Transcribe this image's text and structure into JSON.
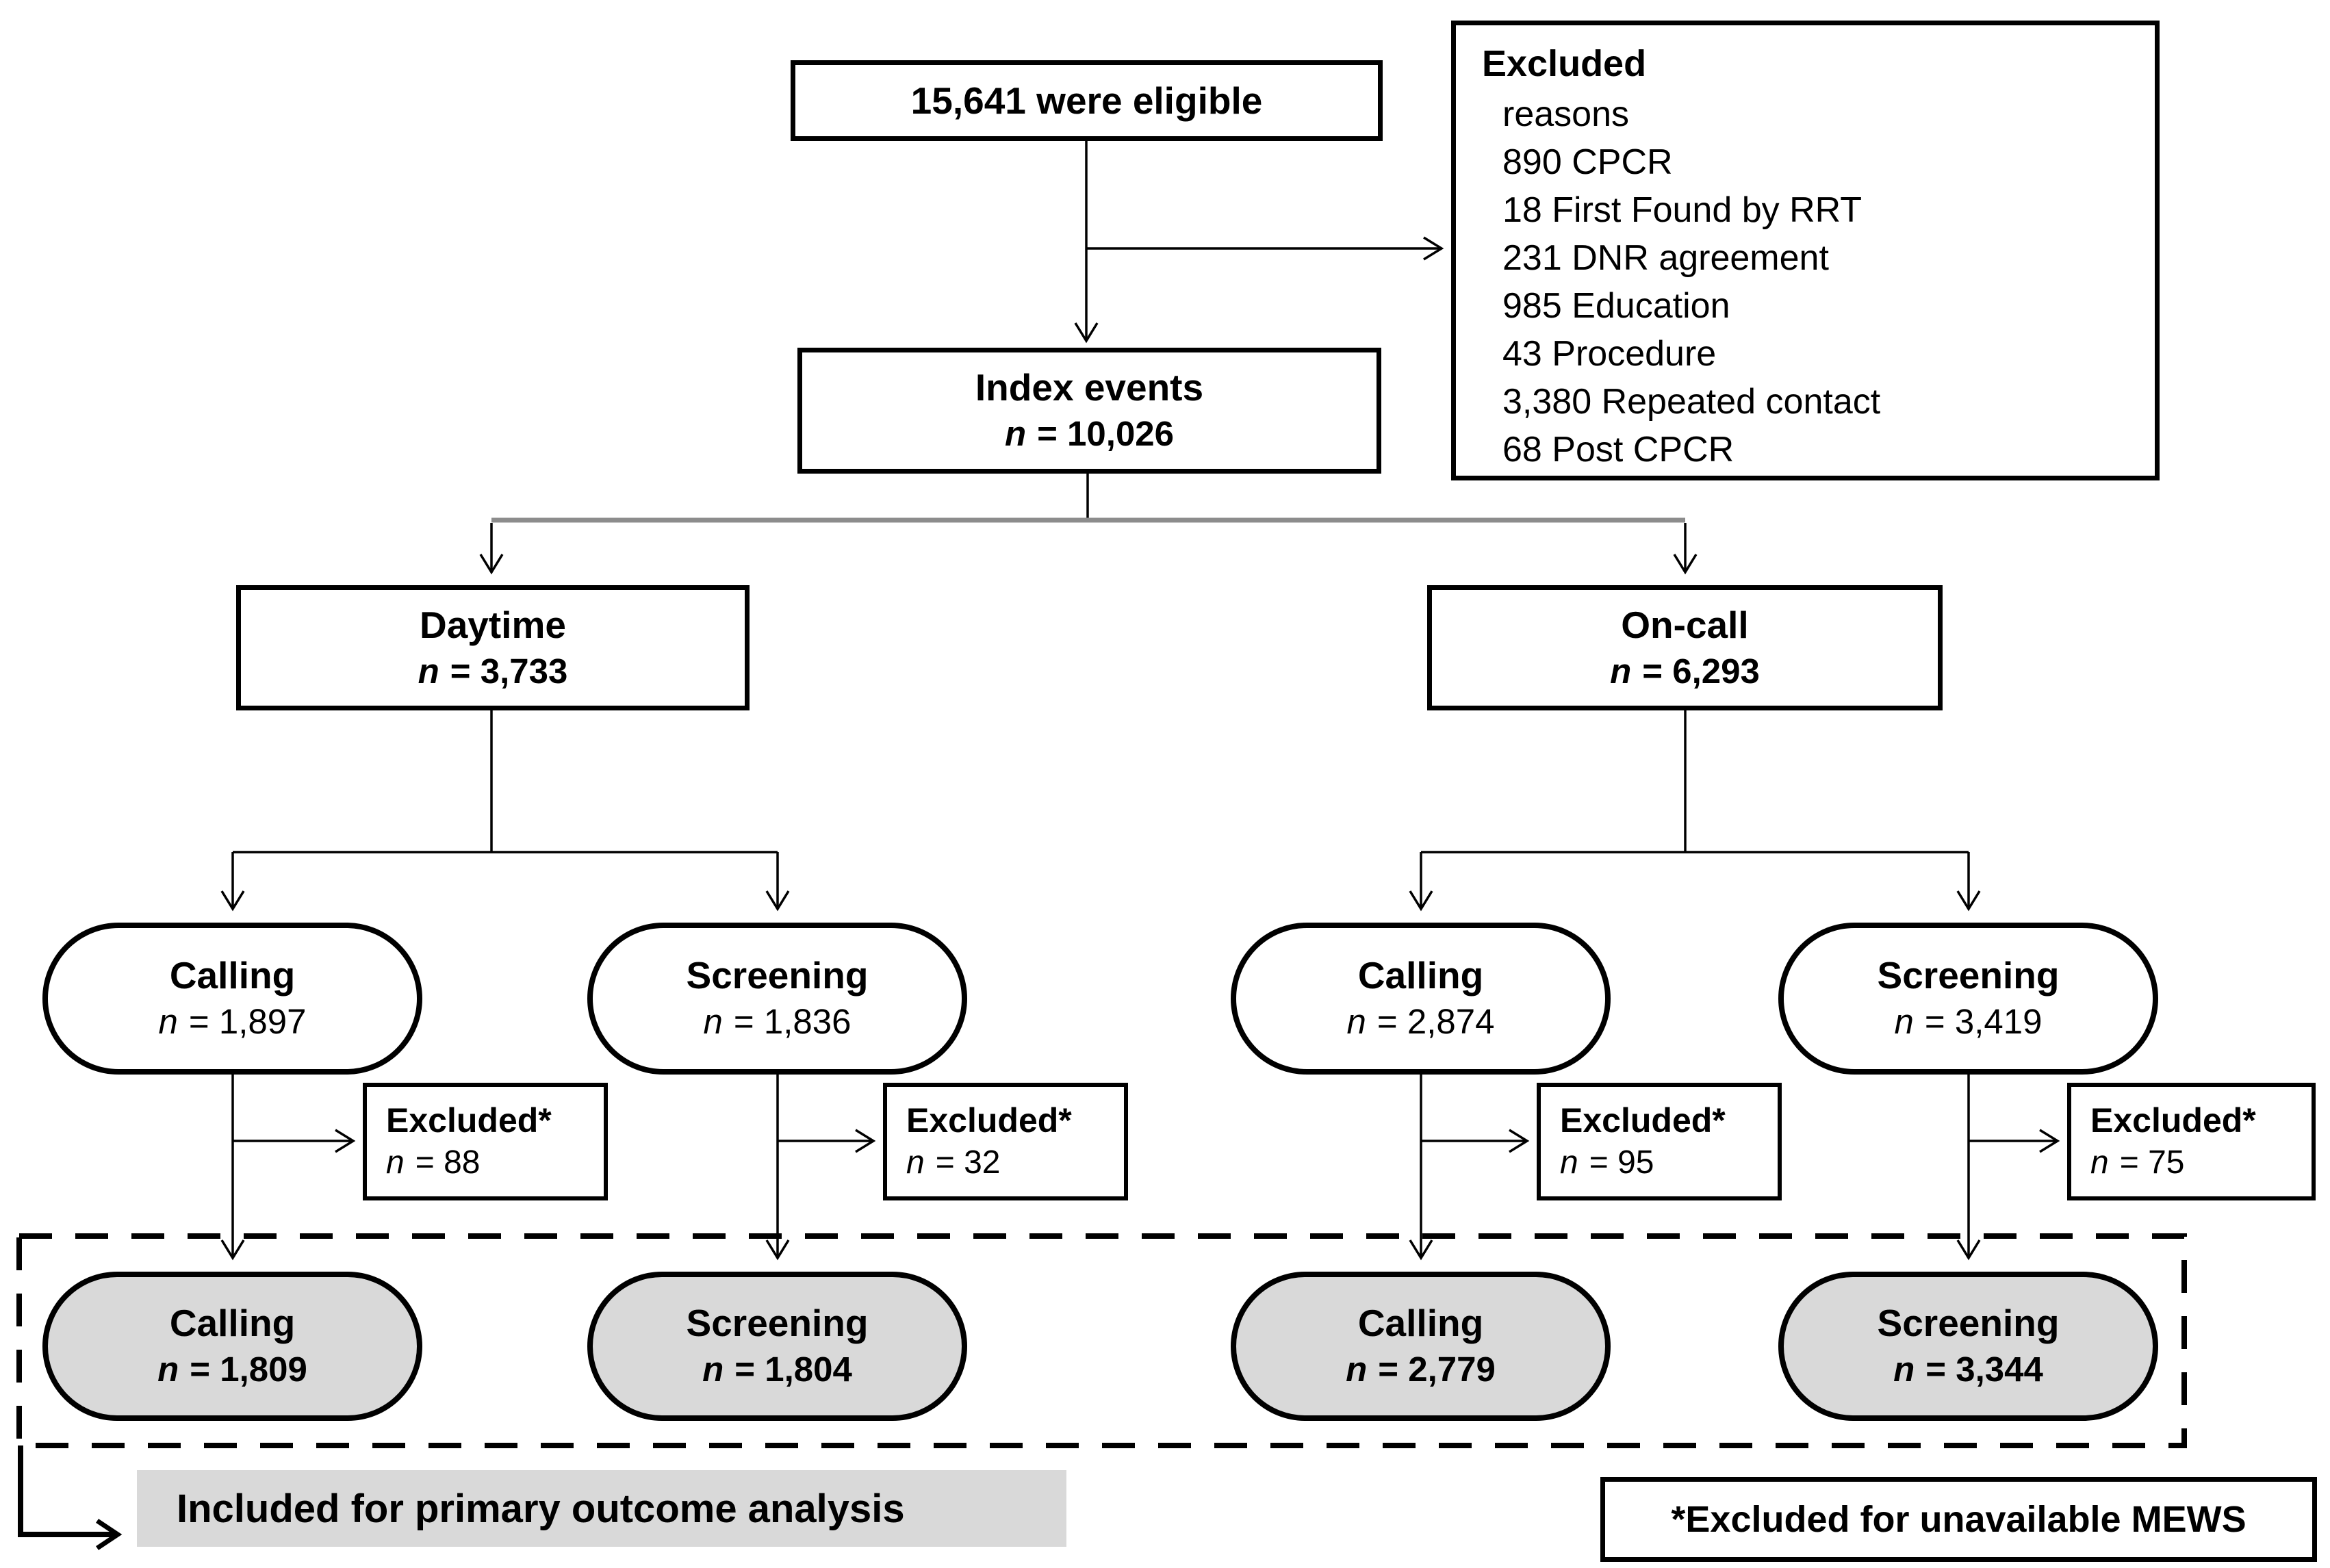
{
  "nodes": {
    "eligible": {
      "label": "15,641 were eligible"
    },
    "excluded_reasons": {
      "title": "Excluded",
      "items": [
        "reasons",
        "890 CPCR",
        "18 First Found by RRT",
        "231 DNR agreement",
        "985 Education",
        "43 Procedure",
        "3,380 Repeated contact",
        "68 Post CPCR"
      ]
    },
    "index_events": {
      "title": "Index events",
      "n_var": "n",
      "n_rest": "= 10,026"
    },
    "daytime": {
      "title": "Daytime",
      "n_var": "n",
      "n_rest": "= 3,733"
    },
    "oncall": {
      "title": "On-call",
      "n_var": "n",
      "n_rest": "= 6,293"
    },
    "stage1": [
      {
        "title": "Calling",
        "n_var": "n",
        "n_rest": "= 1,897"
      },
      {
        "title": "Screening",
        "n_var": "n",
        "n_rest": "= 1,836"
      },
      {
        "title": "Calling",
        "n_var": "n",
        "n_rest": "= 2,874"
      },
      {
        "title": "Screening",
        "n_var": "n",
        "n_rest": "= 3,419"
      }
    ],
    "excluded_mews": [
      {
        "title": "Excluded*",
        "n_var": "n",
        "n_rest": "= 88"
      },
      {
        "title": "Excluded*",
        "n_var": "n",
        "n_rest": "= 32"
      },
      {
        "title": "Excluded*",
        "n_var": "n",
        "n_rest": "= 95"
      },
      {
        "title": "Excluded*",
        "n_var": "n",
        "n_rest": "= 75"
      }
    ],
    "final": [
      {
        "title": "Calling",
        "n_var": "n",
        "n_rest": "= 1,809"
      },
      {
        "title": "Screening",
        "n_var": "n",
        "n_rest": "= 1,804"
      },
      {
        "title": "Calling",
        "n_var": "n",
        "n_rest": "= 2,779"
      },
      {
        "title": "Screening",
        "n_var": "n",
        "n_rest": "= 3,344"
      }
    ]
  },
  "footer": {
    "included_label": "Included for primary outcome analysis",
    "mews_note": "*Excluded for unavailable MEWS"
  },
  "colors": {
    "final_fill": "#d9d9d9",
    "label_bg": "#d9d9d9",
    "line": "#000000"
  }
}
